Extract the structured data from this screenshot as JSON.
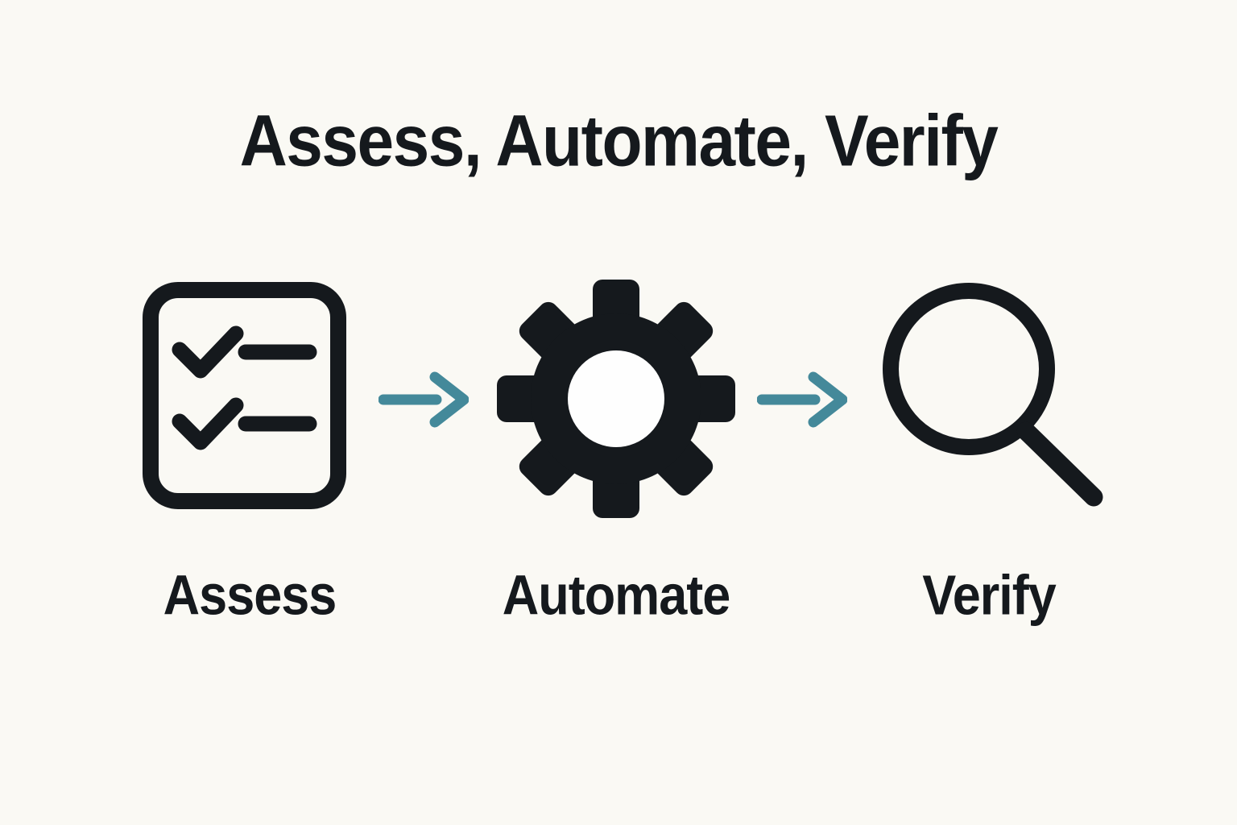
{
  "title": "Assess, Automate, Verify",
  "colors": {
    "background": "#faf9f4",
    "ink": "#15191d",
    "accent": "#44899a",
    "hole": "#fefefe"
  },
  "steps": [
    {
      "id": "assess",
      "label": "Assess",
      "icon": "checklist-icon"
    },
    {
      "id": "automate",
      "label": "Automate",
      "icon": "gear-icon"
    },
    {
      "id": "verify",
      "label": "Verify",
      "icon": "magnifying-glass-icon"
    }
  ],
  "arrows": [
    {
      "from": "assess",
      "to": "automate",
      "direction": "right"
    },
    {
      "from": "automate",
      "to": "verify",
      "direction": "right"
    }
  ]
}
